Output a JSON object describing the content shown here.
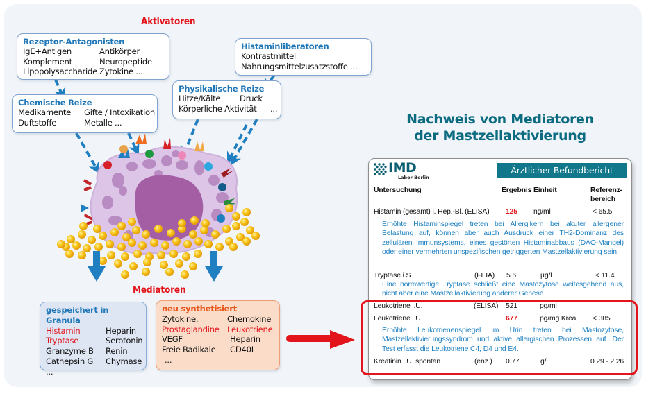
{
  "activators": {
    "title": "Aktivatoren",
    "receptor": {
      "heading": "Rezeptor-Antagonisten",
      "rows": [
        [
          "IgE+Antigen",
          "Antikörper"
        ],
        [
          "Komplement",
          "Neuropeptide"
        ],
        [
          "Lipopolysaccharide",
          "Zytokine ..."
        ]
      ]
    },
    "chemical": {
      "heading": "Chemische Reize",
      "rows": [
        [
          "Medikamente",
          "Gifte / Intoxikation"
        ],
        [
          "Duftstoffe",
          "Metalle ..."
        ]
      ]
    },
    "physical": {
      "heading": "Physikalische Reize",
      "rows": [
        [
          "Hitze/Kälte",
          "Druck"
        ],
        [
          "Körperliche Aktivität",
          "..."
        ]
      ]
    },
    "histamine_liberators": {
      "heading": "Histaminliberatoren",
      "rows": [
        [
          "Kontrastmittel"
        ],
        [
          "Nahrungsmittelzusatzstoffe ..."
        ]
      ]
    }
  },
  "mediators": {
    "title": "Mediatoren",
    "granula": {
      "heading": "gespeichert in Granula",
      "rows": [
        {
          "a": "Histamin",
          "a_red": true,
          "b": "Heparin"
        },
        {
          "a": "Tryptase",
          "a_red": true,
          "b": "Serotonin"
        },
        {
          "a": "Granzyme B",
          "b": "Renin"
        },
        {
          "a": "Cathepsin G",
          "b": "Chymase"
        },
        {
          "a": "...",
          "b": ""
        }
      ]
    },
    "synthesized": {
      "heading": "neu synthetisiert",
      "rows": [
        {
          "a": "Zytokine,",
          "b": "Chemokine"
        },
        {
          "a": "Prostaglandine",
          "a_red": true,
          "b": "Leukotriene",
          "b_red": true
        },
        {
          "a": "VEGF",
          "b": "Heparin"
        },
        {
          "a": "Freie Radikale",
          "b": "CD40L"
        },
        {
          "a": "...",
          "b": ""
        }
      ]
    }
  },
  "main_title": {
    "line1": "Nachweis von Mediatoren",
    "line2": "der Mastzellaktivierung"
  },
  "report": {
    "logo": "IMD",
    "logo_sub": "Labor Berlin",
    "badge": "Ärztlicher Befundbericht",
    "headers": {
      "test": "Untersuchung",
      "result": "Ergebnis",
      "unit": "Einheit",
      "reference_1": "Referenz-",
      "reference_2": "bereich"
    },
    "rows": [
      {
        "test": "Histamin (gesamt) i. Hep.-Bl. (ELISA)",
        "method": "",
        "result": "125",
        "result_high": true,
        "unit": "ng/ml",
        "reference": "< 65.5"
      },
      {
        "test": "Tryptase i.S.",
        "method": "(FEIA)",
        "result": "5.6",
        "unit": "µg/l",
        "reference": "< 11.4"
      },
      {
        "test": "Leukotriene i.U.",
        "method": "(ELISA)",
        "result": "521",
        "unit": "pg/ml",
        "reference": ""
      },
      {
        "test": "Leukotriene i.U.",
        "method": "",
        "result": "677",
        "result_high": true,
        "unit": "pg/mg Krea",
        "reference": "< 385"
      },
      {
        "test": "Kreatinin i.U. spontan",
        "method": "(enz.)",
        "result": "0.77",
        "unit": "g/l",
        "reference": "0.29 - 2.26"
      }
    ],
    "notes": {
      "histamine": "Erhöhte Histaminspiegel treten bei Allergikern bei akuter allergener Belastung auf, können aber auch Ausdruck einer TH2-Dominanz des zellulären Immunsystems, eines gestörten Histaminabbaus (DAO-Mangel) oder einer vermehrten unspezifischen getriggerten Mastzellaktivierung sein.",
      "tryptase": "Eine normwertige Tryptase schließt eine Mastozytose weitesgehend aus, nicht aber eine Mastzellaktivierung anderer Genese.",
      "leukotriene": "Erhöhte Leukotrienenspiegel im Urin treten bei Mastozytose, Mastzellaktivierungssyndrom und aktive allergischen Prozessen auf. Der Test erfasst die Leukotriene C4, D4 und E4."
    }
  },
  "colors": {
    "accent_red": "#e3141b",
    "heading_blue": "#1f77b8",
    "title_teal": "#0c6b80",
    "badge_teal": "#11778b",
    "arrow_blue": "#1f7fc0",
    "granule_yellow": "#f7be17",
    "cell_lilac": "#d9c3e3",
    "nucleus_purple": "#a45fa4"
  },
  "icons": {
    "highlight_arrow": "arrow-right-icon",
    "logo_mark": "dot-grid-logo-icon"
  }
}
